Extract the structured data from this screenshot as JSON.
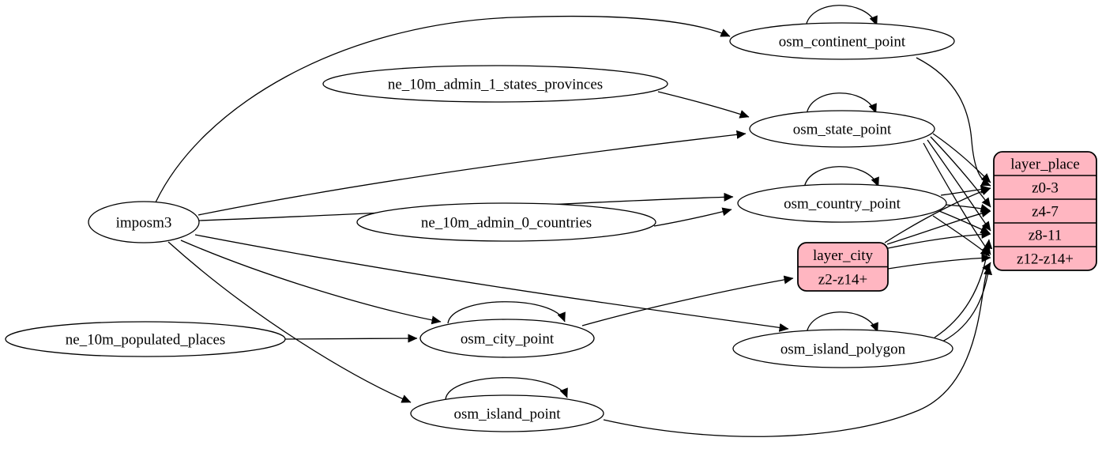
{
  "diagram": {
    "type": "etl-graph",
    "background": "#ffffff",
    "colors": {
      "node_fill": "#ffffff",
      "node_stroke": "#000000",
      "record_fill": "#ffb6c1",
      "record_stroke": "#000000",
      "edge_color": "#000000",
      "text_color": "#000000"
    },
    "nodes": [
      {
        "id": "imposm3",
        "label": "imposm3",
        "shape": "ellipse"
      },
      {
        "id": "ne_10m_admin_1_states_provinces",
        "label": "ne_10m_admin_1_states_provinces",
        "shape": "ellipse"
      },
      {
        "id": "ne_10m_admin_0_countries",
        "label": "ne_10m_admin_0_countries",
        "shape": "ellipse"
      },
      {
        "id": "ne_10m_populated_places",
        "label": "ne_10m_populated_places",
        "shape": "ellipse"
      },
      {
        "id": "osm_continent_point",
        "label": "osm_continent_point",
        "shape": "ellipse"
      },
      {
        "id": "osm_state_point",
        "label": "osm_state_point",
        "shape": "ellipse"
      },
      {
        "id": "osm_country_point",
        "label": "osm_country_point",
        "shape": "ellipse"
      },
      {
        "id": "osm_city_point",
        "label": "osm_city_point",
        "shape": "ellipse"
      },
      {
        "id": "osm_island_polygon",
        "label": "osm_island_polygon",
        "shape": "ellipse"
      },
      {
        "id": "osm_island_point",
        "label": "osm_island_point",
        "shape": "ellipse"
      },
      {
        "id": "layer_city",
        "label": "layer_city",
        "shape": "record",
        "rows": [
          "z2-z14+"
        ]
      },
      {
        "id": "layer_place",
        "label": "layer_place",
        "shape": "record",
        "rows": [
          "z0-3",
          "z4-7",
          "z8-11",
          "z12-z14+"
        ]
      }
    ],
    "edges": [
      {
        "from": "imposm3",
        "to": "osm_continent_point"
      },
      {
        "from": "imposm3",
        "to": "osm_state_point"
      },
      {
        "from": "imposm3",
        "to": "osm_country_point"
      },
      {
        "from": "imposm3",
        "to": "osm_city_point"
      },
      {
        "from": "imposm3",
        "to": "osm_island_polygon"
      },
      {
        "from": "imposm3",
        "to": "osm_island_point"
      },
      {
        "from": "ne_10m_admin_1_states_provinces",
        "to": "osm_state_point"
      },
      {
        "from": "ne_10m_admin_0_countries",
        "to": "osm_country_point"
      },
      {
        "from": "ne_10m_populated_places",
        "to": "osm_city_point"
      },
      {
        "from": "osm_continent_point",
        "to": "osm_continent_point"
      },
      {
        "from": "osm_state_point",
        "to": "osm_state_point"
      },
      {
        "from": "osm_country_point",
        "to": "osm_country_point"
      },
      {
        "from": "osm_city_point",
        "to": "osm_city_point"
      },
      {
        "from": "osm_island_polygon",
        "to": "osm_island_polygon"
      },
      {
        "from": "osm_island_point",
        "to": "osm_island_point"
      },
      {
        "from": "osm_continent_point",
        "to": "layer_place",
        "to_row": "z0-3"
      },
      {
        "from": "osm_state_point",
        "to": "layer_place",
        "to_row": "z0-3"
      },
      {
        "from": "osm_state_point",
        "to": "layer_place",
        "to_row": "z4-7"
      },
      {
        "from": "osm_state_point",
        "to": "layer_place",
        "to_row": "z8-11"
      },
      {
        "from": "osm_state_point",
        "to": "layer_place",
        "to_row": "z12-z14+"
      },
      {
        "from": "osm_country_point",
        "to": "layer_place",
        "to_row": "z0-3"
      },
      {
        "from": "osm_country_point",
        "to": "layer_place",
        "to_row": "z4-7"
      },
      {
        "from": "osm_country_point",
        "to": "layer_place",
        "to_row": "z8-11"
      },
      {
        "from": "osm_country_point",
        "to": "layer_place",
        "to_row": "z12-z14+"
      },
      {
        "from": "osm_city_point",
        "to": "layer_city",
        "to_row": "z2-z14+"
      },
      {
        "from": "layer_city",
        "to": "layer_place",
        "to_row": "z0-3"
      },
      {
        "from": "layer_city",
        "to": "layer_place",
        "to_row": "z4-7"
      },
      {
        "from": "layer_city",
        "to": "layer_place",
        "to_row": "z8-11"
      },
      {
        "from": "layer_city",
        "to": "layer_place",
        "to_row": "z12-z14+"
      },
      {
        "from": "osm_island_polygon",
        "to": "layer_place",
        "to_row": "z8-11"
      },
      {
        "from": "osm_island_polygon",
        "to": "layer_place",
        "to_row": "z12-z14+"
      },
      {
        "from": "osm_island_point",
        "to": "layer_place",
        "to_row": "z12-z14+"
      }
    ]
  }
}
